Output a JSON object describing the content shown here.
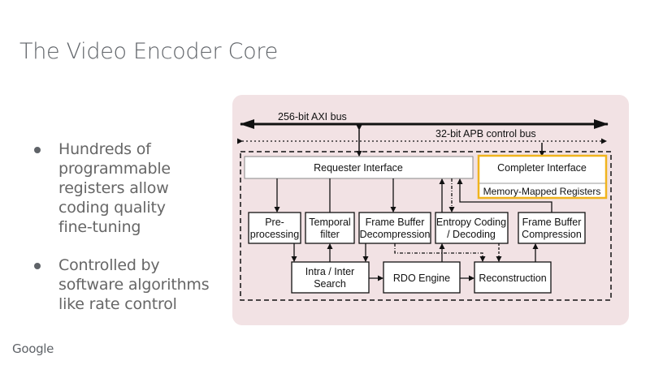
{
  "slide": {
    "title": "The Video Encoder Core",
    "bullets": [
      {
        "lines": [
          "Hundreds of",
          "programmable",
          "registers allow",
          "coding quality",
          "fine-tuning"
        ]
      },
      {
        "lines": [
          "Controlled by",
          "software algorithms",
          "like rate control"
        ]
      }
    ],
    "logo": "Google"
  },
  "diagram": {
    "buses": {
      "axi": "256-bit AXI bus",
      "apb": "32-bit APB control bus"
    },
    "blocks": {
      "requester": "Requester Interface",
      "completer": "Completer Interface",
      "registers": "Memory-Mapped Registers",
      "preprocessing": [
        "Pre-",
        "processing"
      ],
      "temporal": [
        "Temporal",
        "filter"
      ],
      "fb_decomp": [
        "Frame Buffer",
        "Decompression"
      ],
      "entropy": [
        "Entropy Coding",
        "/ Decoding"
      ],
      "fb_comp": [
        "Frame Buffer",
        "Compression"
      ],
      "search": [
        "Intra / Inter",
        "Search"
      ],
      "rdo": "RDO Engine",
      "recon": "Reconstruction"
    },
    "colors": {
      "panel": "#f2e2e4",
      "highlight": "#f0b41e",
      "line": "#111111"
    }
  }
}
